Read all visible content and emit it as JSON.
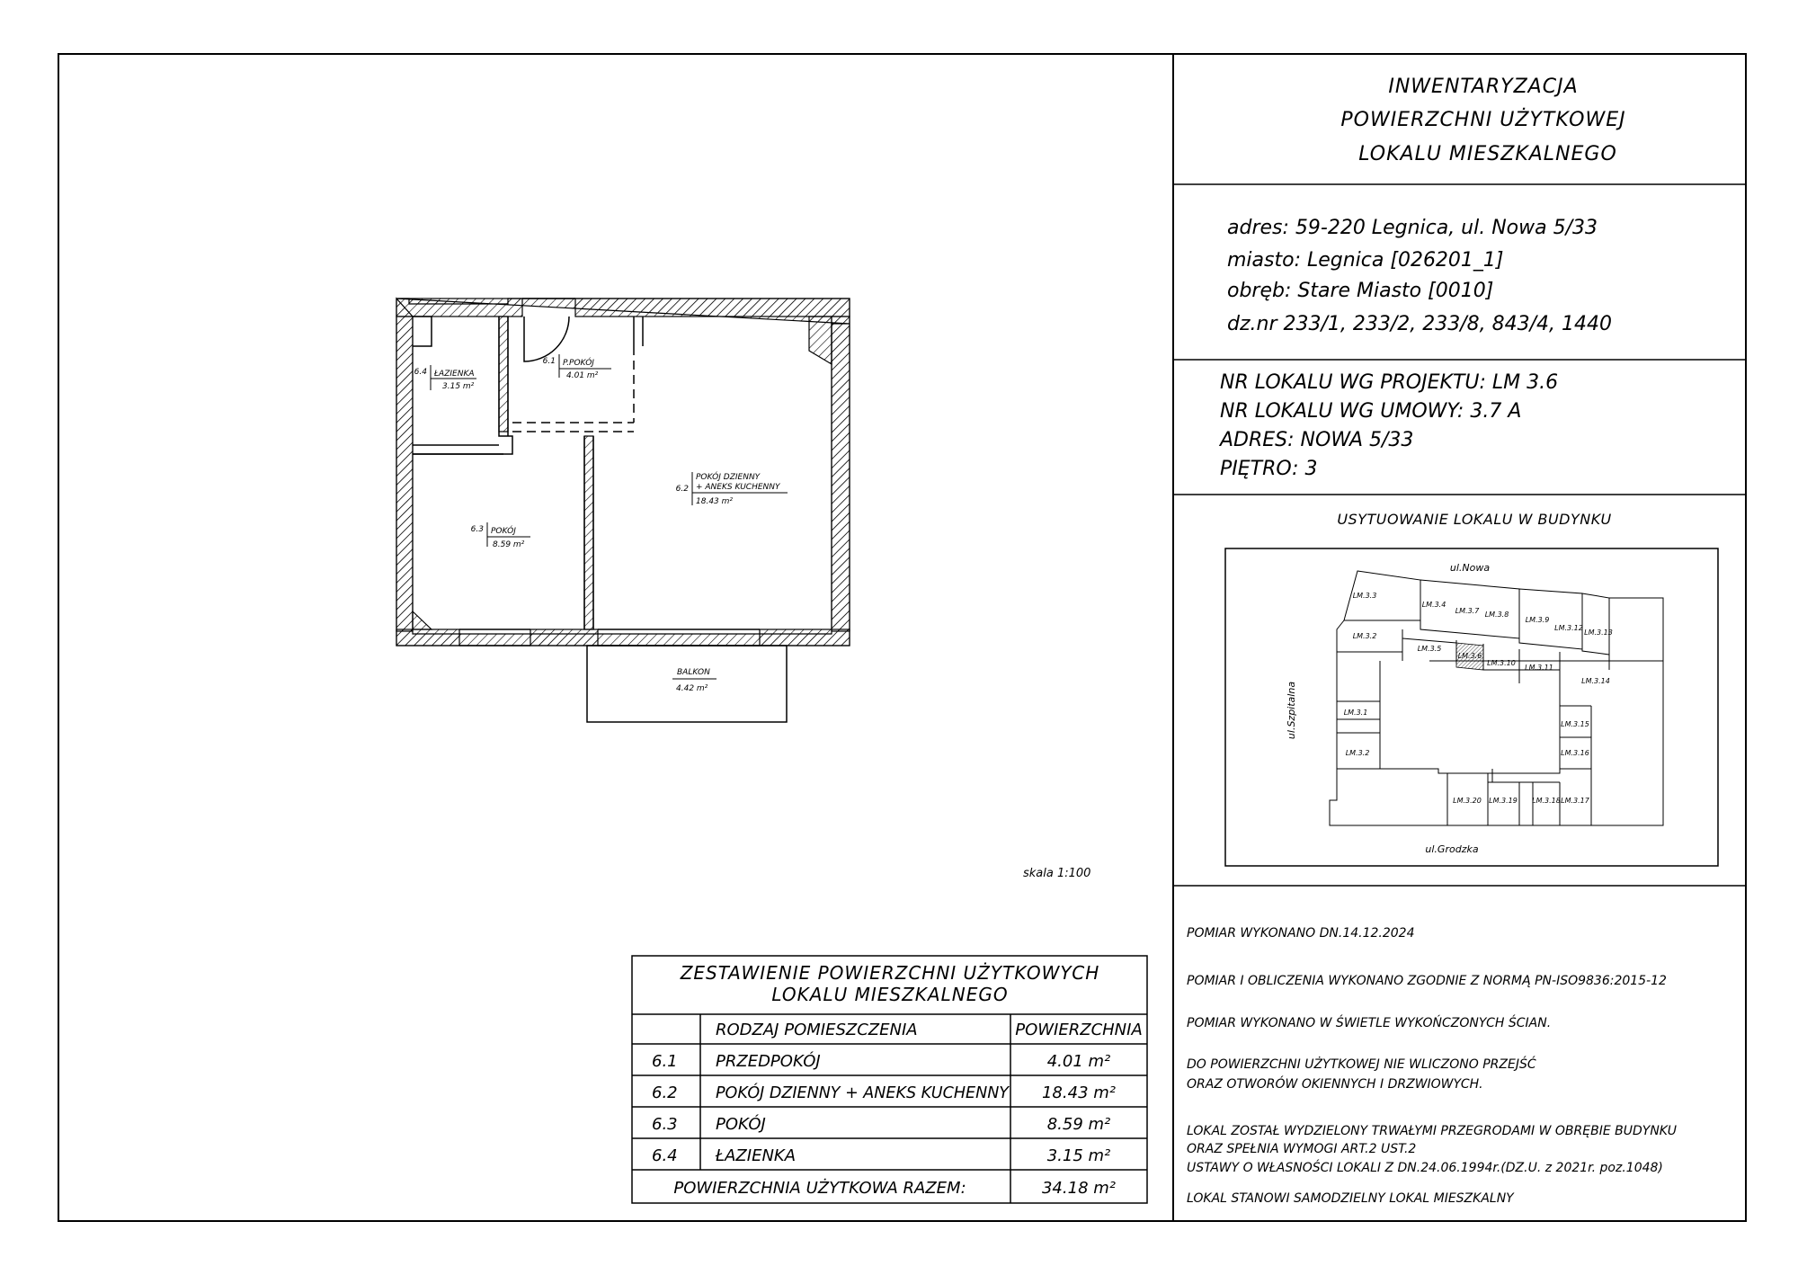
{
  "title_block": {
    "line1": "INWENTARYZACJA",
    "line2": "POWIERZCHNI UŻYTKOWEJ",
    "line3": "LOKALU MIESZKALNEGO"
  },
  "address": {
    "adres": "adres: 59-220 Legnica, ul. Nowa 5/33",
    "miasto": "miasto: Legnica [026201_1]",
    "obreb": "obręb: Stare Miasto [0010]",
    "dz": "dz.nr 233/1, 233/2, 233/8, 843/4, 1440"
  },
  "lokal": {
    "projekt": "NR LOKALU WG PROJEKTU: LM 3.6",
    "umowa": "NR LOKALU WG UMOWY: 3.7 A",
    "adres": "ADRES: NOWA 5/33",
    "pietro": "PIĘTRO: 3"
  },
  "location": {
    "title": "USYTUOWANIE LOKALU W BUDYNKU",
    "street_top": "ul.Nowa",
    "street_left": "ul.Szpitalna",
    "street_bottom": "ul.Grodzka",
    "units": [
      "LM.3.3",
      "LM.3.4",
      "LM.3.7",
      "LM.3.8",
      "LM.3.9",
      "LM.3.12",
      "LM.3.13",
      "LM.3.2",
      "LM.3.5",
      "LM.3.6",
      "LM.3.10",
      "LM.3.11",
      "LM.3.14",
      "LM.3.1",
      "LM.3.15",
      "LM.3.2",
      "LM.3.16",
      "LM.3.20",
      "LM.3.19",
      "LM.3.18",
      "LM.3.17"
    ]
  },
  "notes": {
    "n1": "POMIAR WYKONANO DN.14.12.2024",
    "n2": "POMIAR I OBLICZENIA WYKONANO ZGODNIE Z NORMĄ PN-ISO9836:2015-12",
    "n3": "POMIAR WYKONANO W ŚWIETLE WYKOŃCZONYCH ŚCIAN.",
    "n4a": "DO POWIERZCHNI UŻYTKOWEJ NIE WLICZONO PRZEJŚĆ",
    "n4b": "ORAZ OTWORÓW OKIENNYCH I DRZWIOWYCH.",
    "n5a": "LOKAL ZOSTAŁ WYDZIELONY TRWAŁYMI PRZEGRODAMI W OBRĘBIE BUDYNKU",
    "n5b": "ORAZ SPEŁNIA WYMOGI ART.2 UST.2",
    "n5c": "USTAWY O WŁASNOŚCI LOKALI Z DN.24.06.1994r.(DZ.U. z 2021r. poz.1048)",
    "n6": "LOKAL STANOWI SAMODZIELNY LOKAL MIESZKALNY"
  },
  "plan": {
    "scale": "skala 1:100",
    "rooms": [
      {
        "num": "6.4",
        "name": "ŁAZIENKA",
        "area": "3.15 m²"
      },
      {
        "num": "6.1",
        "name": "P.POKÓJ",
        "area": "4.01 m²"
      },
      {
        "num": "6.2",
        "name": "POKÓJ DZIENNY",
        "name2": "+ ANEKS KUCHENNY",
        "area": "18.43 m²"
      },
      {
        "num": "6.3",
        "name": "POKÓJ",
        "area": "8.59 m²"
      }
    ],
    "balcony": {
      "name": "BALKON",
      "area": "4.42 m²"
    }
  },
  "summary": {
    "title1": "ZESTAWIENIE POWIERZCHNI UŻYTKOWYCH",
    "title2": "LOKALU MIESZKALNEGO",
    "col_type": "RODZAJ POMIESZCZENIA",
    "col_area": "POWIERZCHNIA",
    "rows": [
      {
        "num": "6.1",
        "name": "PRZEDPOKÓJ",
        "area": "4.01 m²"
      },
      {
        "num": "6.2",
        "name": "POKÓJ DZIENNY + ANEKS KUCHENNY",
        "area": "18.43 m²"
      },
      {
        "num": "6.3",
        "name": "POKÓJ",
        "area": "8.59 m²"
      },
      {
        "num": "6.4",
        "name": "ŁAZIENKA",
        "area": "3.15 m²"
      }
    ],
    "total_label": "POWIERZCHNIA UŻYTKOWA RAZEM:",
    "total_area": "34.18 m²"
  }
}
